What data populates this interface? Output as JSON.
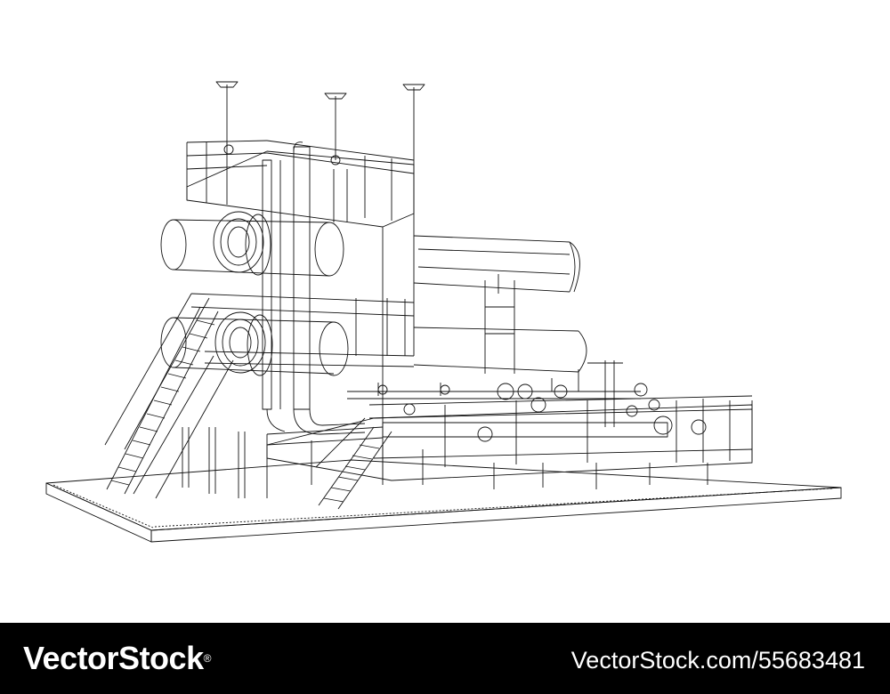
{
  "illustration": {
    "subject_icon": "industrial-gas-processing-plant-wireframe",
    "line_color": "#111111",
    "background_color": "#ffffff"
  },
  "footer": {
    "brand": "VectorStock",
    "brand_mark": "®",
    "stock_id": "VectorStock.com/55683481",
    "background_color": "#000000",
    "text_color": "#ffffff"
  }
}
